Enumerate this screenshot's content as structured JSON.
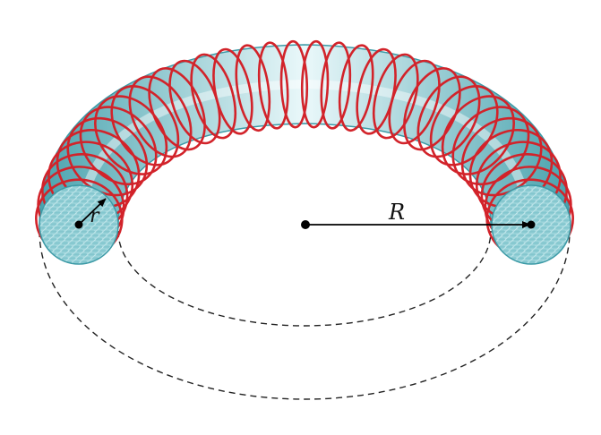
{
  "labels": {
    "major_radius": "R",
    "minor_radius": "r"
  },
  "colors": {
    "tube_light": "#eaf8fa",
    "tube_mid": "#9ed5dc",
    "tube_dark": "#4aa3ae",
    "tube_edge": "#3c9aa6",
    "coil": "#d2232a",
    "dash": "#222222",
    "arrow": "#000000"
  },
  "coil": {
    "turns": 34
  }
}
